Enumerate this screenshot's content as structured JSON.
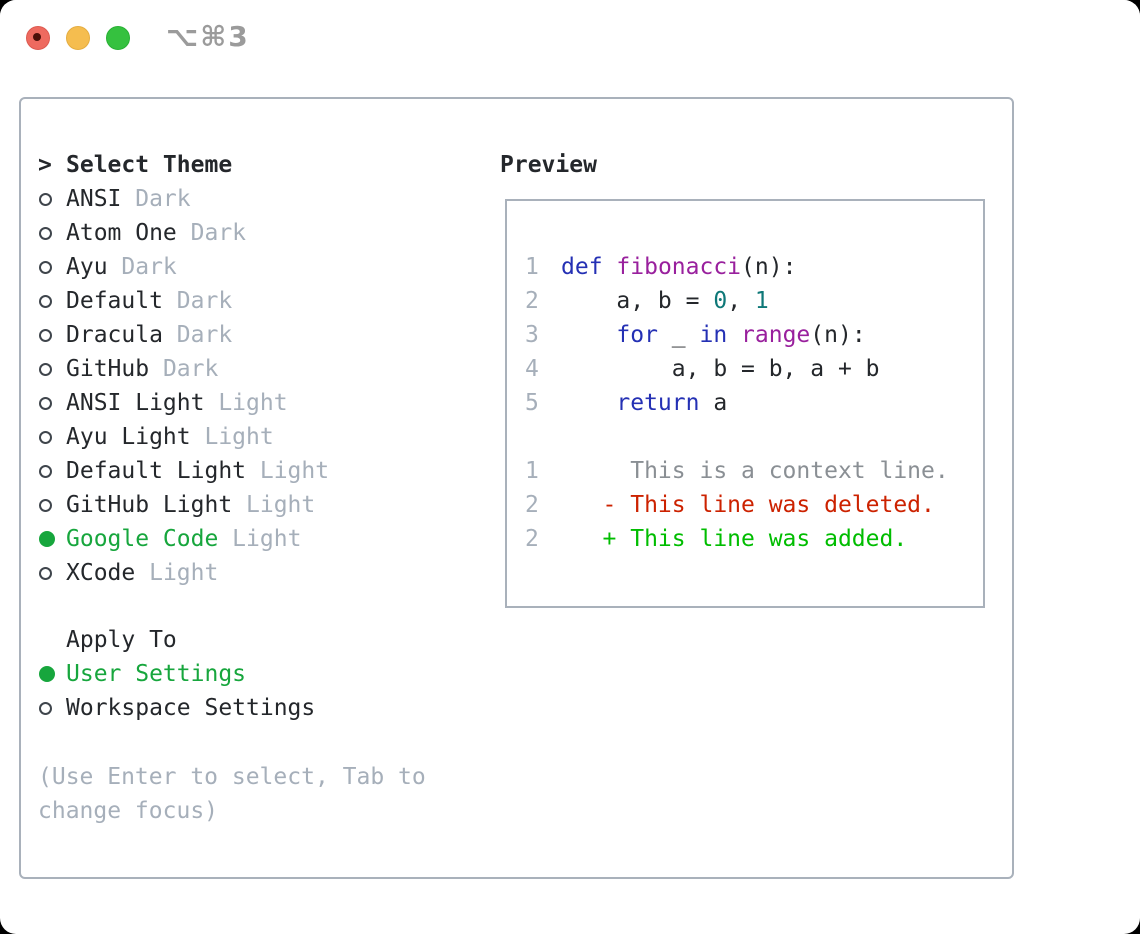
{
  "colors": {
    "accent_green": "#17a63d",
    "diff_added": "#00bd00",
    "diff_deleted": "#cc2200",
    "keyword_blue": "#2430b4",
    "function_purple": "#99209d",
    "literal_teal": "#0e7878",
    "muted_gray": "#a6afba",
    "border_gray": "#a9b1bb"
  },
  "window": {
    "title": "⌥⌘3"
  },
  "theme_menu": {
    "prompt": ">",
    "header": "Select Theme",
    "items": [
      {
        "name": "ANSI",
        "variant": "Dark",
        "selected": false
      },
      {
        "name": "Atom One",
        "variant": "Dark",
        "selected": false
      },
      {
        "name": "Ayu",
        "variant": "Dark",
        "selected": false
      },
      {
        "name": "Default",
        "variant": "Dark",
        "selected": false
      },
      {
        "name": "Dracula",
        "variant": "Dark",
        "selected": false
      },
      {
        "name": "GitHub",
        "variant": "Dark",
        "selected": false
      },
      {
        "name": "ANSI Light",
        "variant": "Light",
        "selected": false
      },
      {
        "name": "Ayu Light",
        "variant": "Light",
        "selected": false
      },
      {
        "name": "Default Light",
        "variant": "Light",
        "selected": false
      },
      {
        "name": "GitHub Light",
        "variant": "Light",
        "selected": false
      },
      {
        "name": "Google Code",
        "variant": "Light",
        "selected": true
      },
      {
        "name": "XCode",
        "variant": "Light",
        "selected": false
      }
    ]
  },
  "apply_to": {
    "header": "Apply To",
    "options": [
      {
        "label": "User Settings",
        "selected": true
      },
      {
        "label": "Workspace Settings",
        "selected": false
      }
    ]
  },
  "help_text": "(Use Enter to select, Tab to\nchange focus)",
  "preview": {
    "title": "Preview",
    "code_lines": [
      {
        "num": "1",
        "segments": [
          [
            "def",
            "kw"
          ],
          [
            " ",
            "pln"
          ],
          [
            "fibonacci",
            "fn"
          ],
          [
            "(n):",
            "pln"
          ]
        ]
      },
      {
        "num": "2",
        "segments": [
          [
            "    a, b = ",
            "pln"
          ],
          [
            "0",
            "lit"
          ],
          [
            ", ",
            "pln"
          ],
          [
            "1",
            "lit"
          ]
        ]
      },
      {
        "num": "3",
        "segments": [
          [
            "    ",
            "pln"
          ],
          [
            "for",
            "kw"
          ],
          [
            " _ ",
            "pln"
          ],
          [
            "in",
            "kw"
          ],
          [
            " ",
            "pln"
          ],
          [
            "range",
            "fn"
          ],
          [
            "(n):",
            "pln"
          ]
        ]
      },
      {
        "num": "4",
        "segments": [
          [
            "        a, b = b, a + b",
            "pln"
          ]
        ]
      },
      {
        "num": "5",
        "segments": [
          [
            "    ",
            "pln"
          ],
          [
            "return",
            "kw"
          ],
          [
            " a",
            "pln"
          ]
        ]
      },
      {
        "num": "",
        "segments": []
      },
      {
        "num": "1",
        "segments": [
          [
            "     This is a context line.",
            "ctx"
          ]
        ]
      },
      {
        "num": "2",
        "segments": [
          [
            "   - This line was deleted.",
            "del"
          ]
        ]
      },
      {
        "num": "2",
        "segments": [
          [
            "   + This line was added.",
            "add"
          ]
        ]
      }
    ]
  }
}
